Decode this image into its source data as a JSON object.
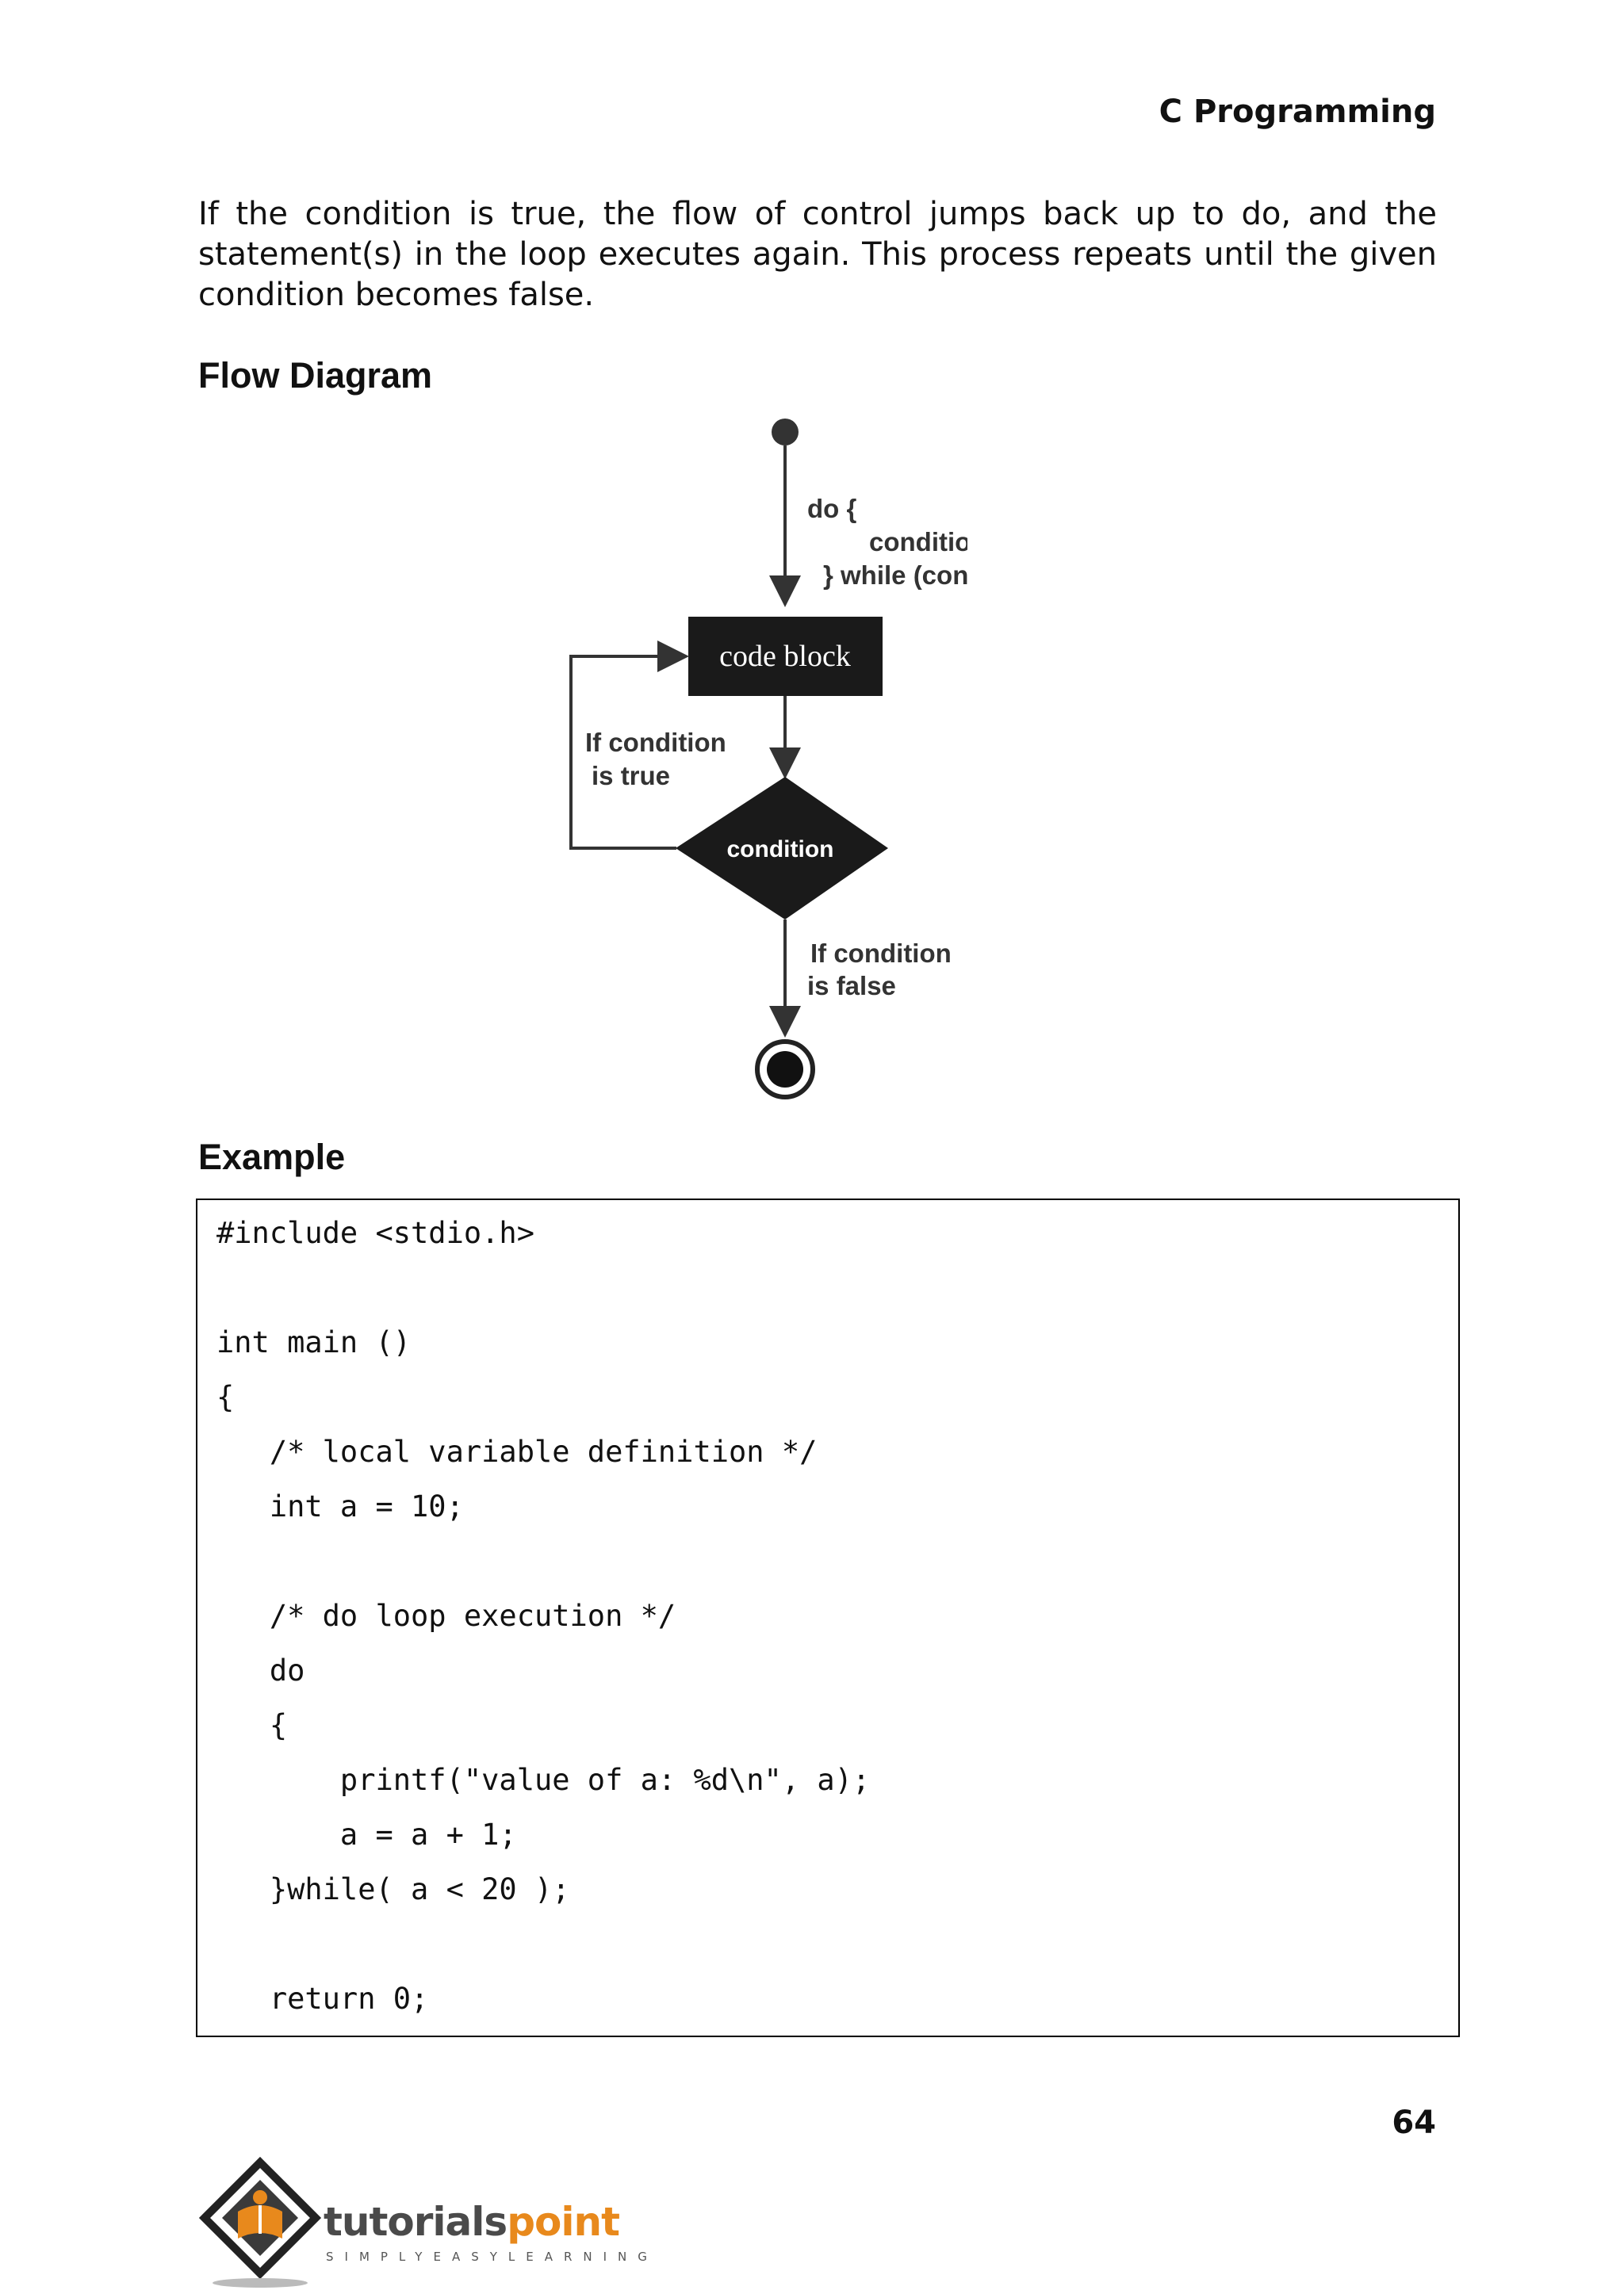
{
  "header": {
    "title": "C Programming"
  },
  "intro": "If the condition is true, the flow of control jumps back up to do, and the statement(s) in the loop executes again. This process repeats until the given condition becomes false.",
  "sections": {
    "flow_title": "Flow Diagram",
    "example_title": "Example"
  },
  "diagram": {
    "syntax_line1": "do {",
    "syntax_line2": "conditional code ;",
    "syntax_line3": "} while (condition)",
    "code_block": "code block",
    "true_line1": "If condition",
    "true_line2": "is true",
    "decision": "condition",
    "false_line1": "If condition",
    "false_line2": "is false"
  },
  "code": [
    "#include <stdio.h>",
    "",
    "int main ()",
    "{",
    "   /* local variable definition */",
    "   int a = 10;",
    "",
    "   /* do loop execution */",
    "   do",
    "   {",
    "       printf(\"value of a: %d\\n\", a);",
    "       a = a + 1;",
    "   }while( a < 20 );",
    "",
    "   return 0;"
  ],
  "page_number": "64",
  "logo": {
    "word1": "tutorials",
    "word2": "point",
    "tagline": "SIMPLYEASYLEARNING",
    "colors": {
      "orange": "#e8891c",
      "gray": "#4a4a4a"
    }
  }
}
